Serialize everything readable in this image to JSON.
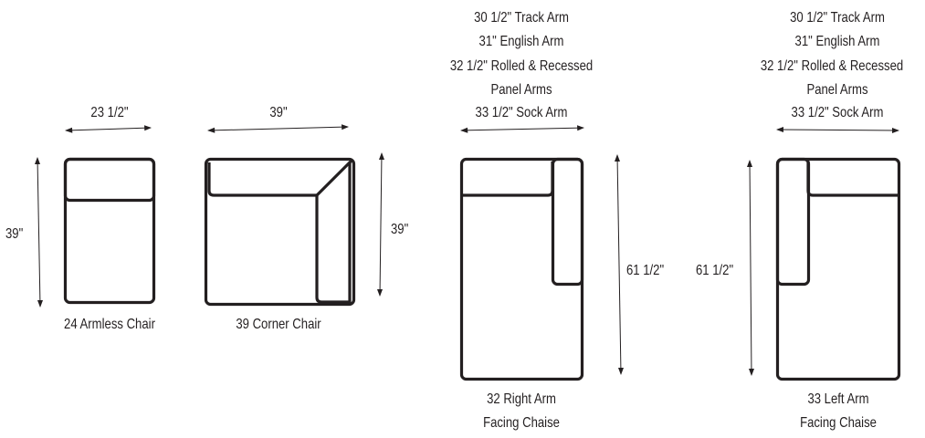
{
  "pieces": [
    {
      "name": "24 Armless Chair",
      "width_label": "23 1/2\"",
      "depth_label": "39\""
    },
    {
      "name": "39 Corner Chair",
      "width_label": "39\"",
      "depth_label": "39\""
    },
    {
      "name_lines": [
        "32 Right Arm",
        "Facing Chaise"
      ],
      "width_lines": [
        "30 1/2\" Track Arm",
        "31\" English Arm",
        "32 1/2\" Rolled & Recessed",
        "Panel Arms",
        "33 1/2\" Sock Arm"
      ],
      "depth_label": "61 1/2\""
    },
    {
      "name_lines": [
        "33 Left Arm",
        "Facing Chaise"
      ],
      "width_lines": [
        "30 1/2\" Track Arm",
        "31\" English Arm",
        "32 1/2\" Rolled & Recessed",
        "Panel Arms",
        "33 1/2\" Sock Arm"
      ],
      "depth_label": "61 1/2\""
    }
  ]
}
